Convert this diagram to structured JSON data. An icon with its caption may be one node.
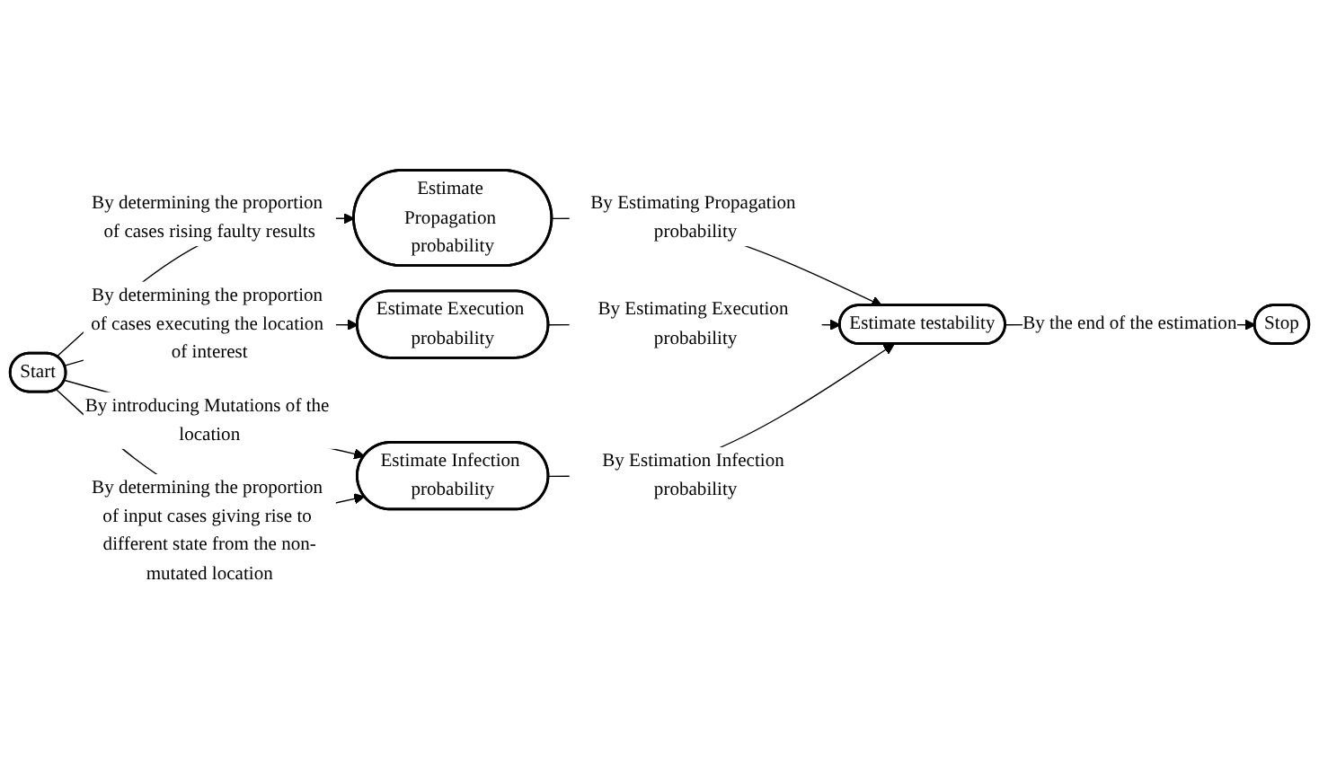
{
  "diagram": {
    "nodes": [
      {
        "text": [
          "Start"
        ]
      },
      {
        "text": [
          "Estimate Propagation probability"
        ]
      },
      {
        "text": [
          "Estimate Execution probability"
        ]
      },
      {
        "text": [
          "Estimate Infection probability"
        ]
      },
      {
        "text": [
          "Estimate testability"
        ]
      },
      {
        "text": [
          "Stop"
        ]
      }
    ],
    "edges": [
      {
        "from": 0,
        "to": 1,
        "arrow": "to",
        "label": "By determining the proportion of cases rising faulty results"
      },
      {
        "from": 0,
        "to": 2,
        "arrow": "to",
        "label": "By determining the proportion of cases executing the location of interest"
      },
      {
        "from": 0,
        "to": 3,
        "arrow": "to",
        "label": "By introducing Mutations of the location"
      },
      {
        "from": 0,
        "to": 3,
        "arrow": "to",
        "label": "By determining the proportion of input cases giving rise to different state from the non-mutated location"
      },
      {
        "from": 1,
        "to": 4,
        "arrow": "to",
        "label": "By Estimating Propagation probability"
      },
      {
        "from": 2,
        "to": 4,
        "arrow": "to",
        "label": "By Estimating Execution probability"
      },
      {
        "from": 3,
        "to": 4,
        "arrow": "to",
        "label": "By Estimation Infection probability"
      },
      {
        "from": 4,
        "to": 5,
        "arrow": "to",
        "label": "By the end of the estimation"
      }
    ]
  }
}
